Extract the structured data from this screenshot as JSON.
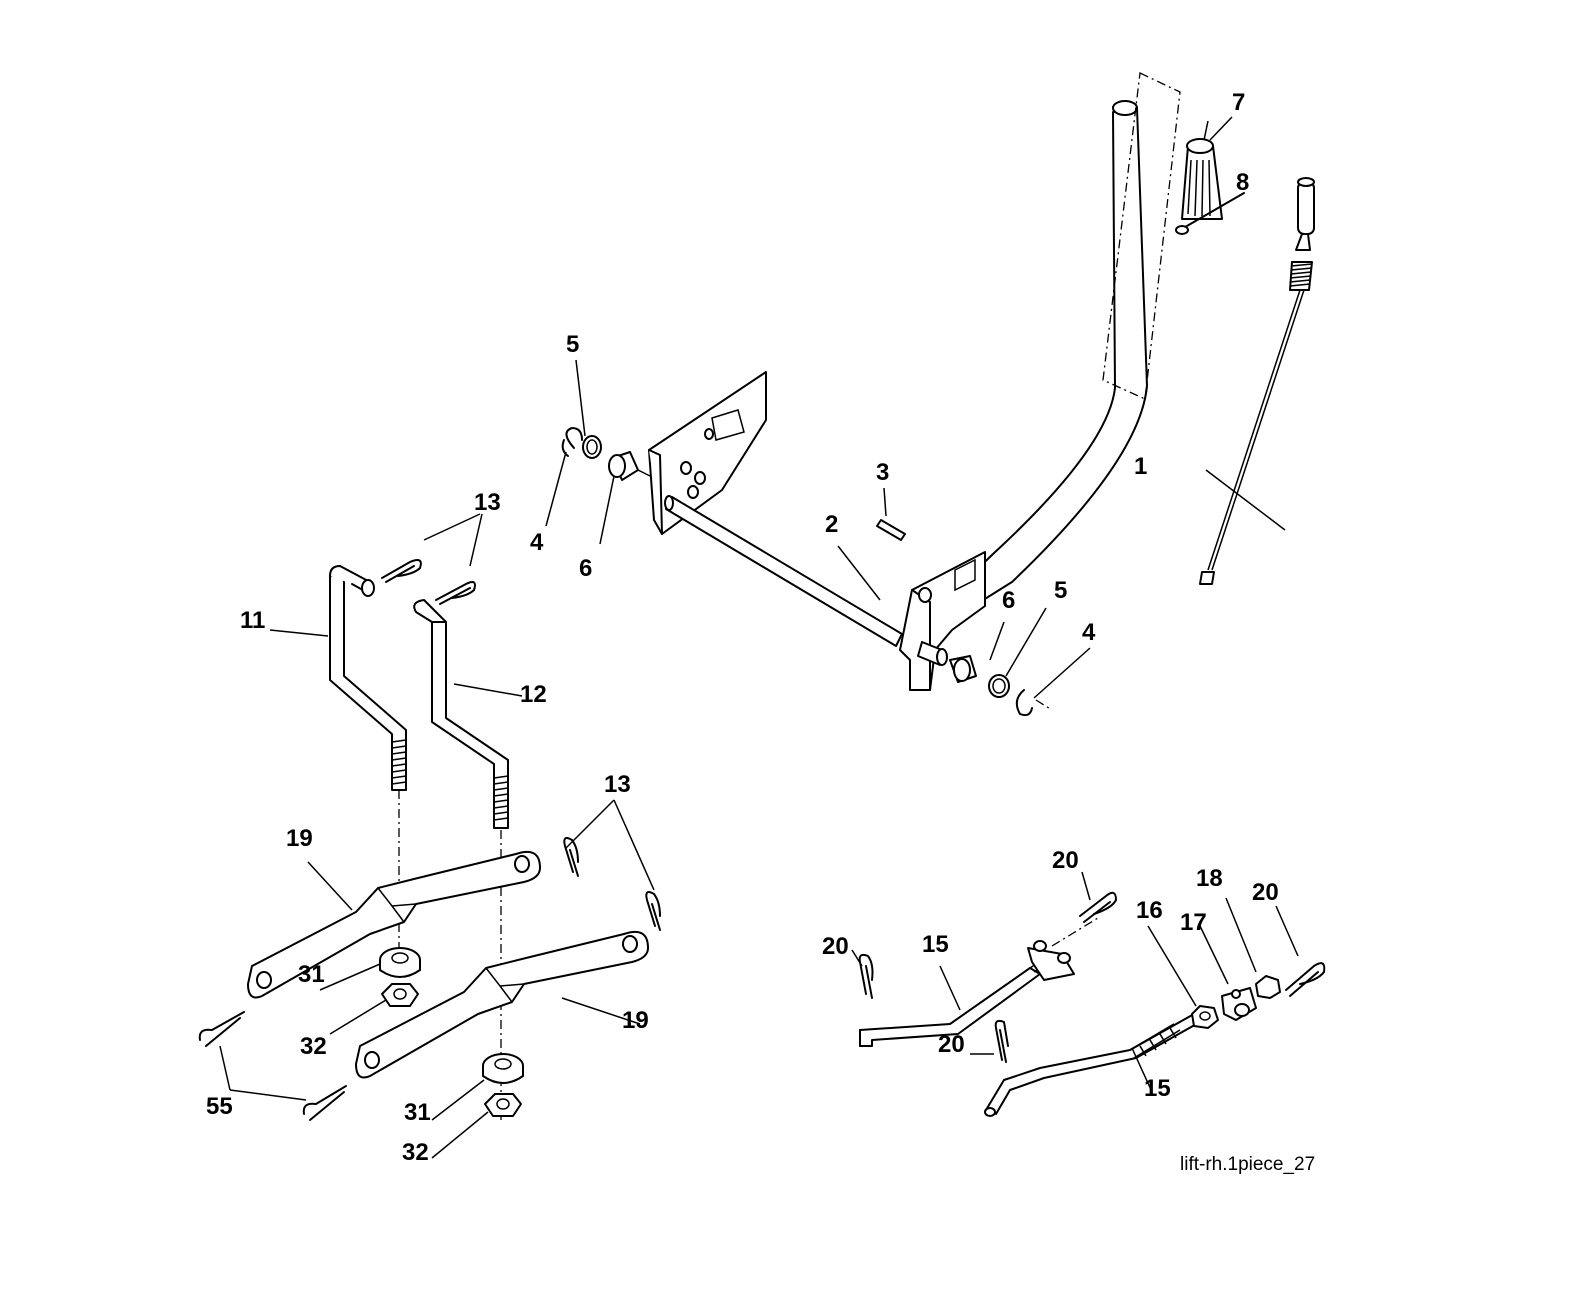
{
  "diagram": {
    "reference": "lift-rh.1piece_27",
    "callouts": {
      "c1": "1",
      "c2": "2",
      "c3": "3",
      "c4a": "4",
      "c4b": "4",
      "c5a": "5",
      "c5b": "5",
      "c6a": "6",
      "c6b": "6",
      "c7": "7",
      "c8": "8",
      "c11": "11",
      "c12": "12",
      "c13a": "13",
      "c13b": "13",
      "c15a": "15",
      "c15b": "15",
      "c16": "16",
      "c17": "17",
      "c18": "18",
      "c19a": "19",
      "c19b": "19",
      "c20a": "20",
      "c20b": "20",
      "c20c": "20",
      "c20d": "20",
      "c31a": "31",
      "c31b": "31",
      "c32a": "32",
      "c32b": "32",
      "c55": "55"
    }
  }
}
